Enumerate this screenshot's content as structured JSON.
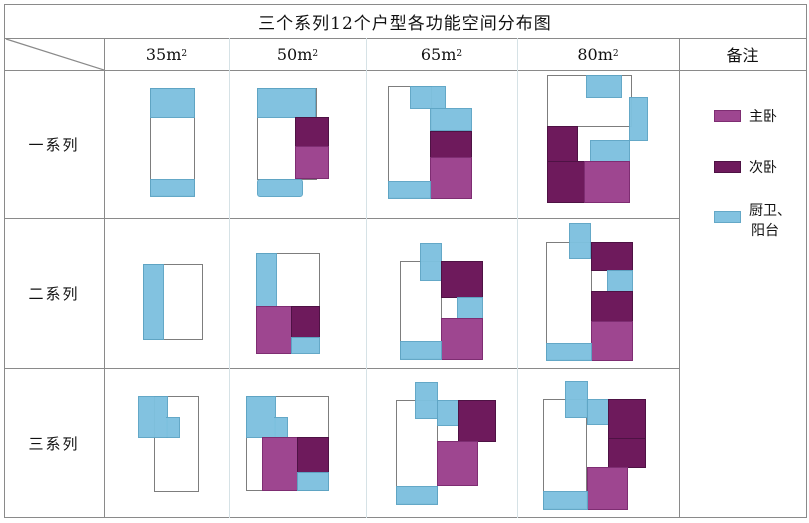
{
  "title": "三个系列12个户型各功能空间分布图",
  "columns": [
    {
      "label": "35m",
      "sup": "2"
    },
    {
      "label": "50m",
      "sup": "2"
    },
    {
      "label": "65m",
      "sup": "2"
    },
    {
      "label": "80m",
      "sup": "2"
    },
    {
      "label": "备注"
    }
  ],
  "rows": [
    {
      "label": "一系列"
    },
    {
      "label": "二系列"
    },
    {
      "label": "三系列"
    }
  ],
  "legend": [
    {
      "key": "master",
      "label": "主卧",
      "color": "#9e4690"
    },
    {
      "key": "secondary",
      "label": "次卧",
      "color": "#6e1a5c"
    },
    {
      "key": "service",
      "label_line1": "厨卫、",
      "label_line2": "阳台",
      "color": "#7ec1df"
    }
  ],
  "colors": {
    "master_bedroom": "#9e4690",
    "secondary_bedroom": "#6e1a5c",
    "kitchen_bath_balcony": "#7ec1df",
    "outline": "#7d7d7d",
    "grid": "#8a8a8a"
  }
}
